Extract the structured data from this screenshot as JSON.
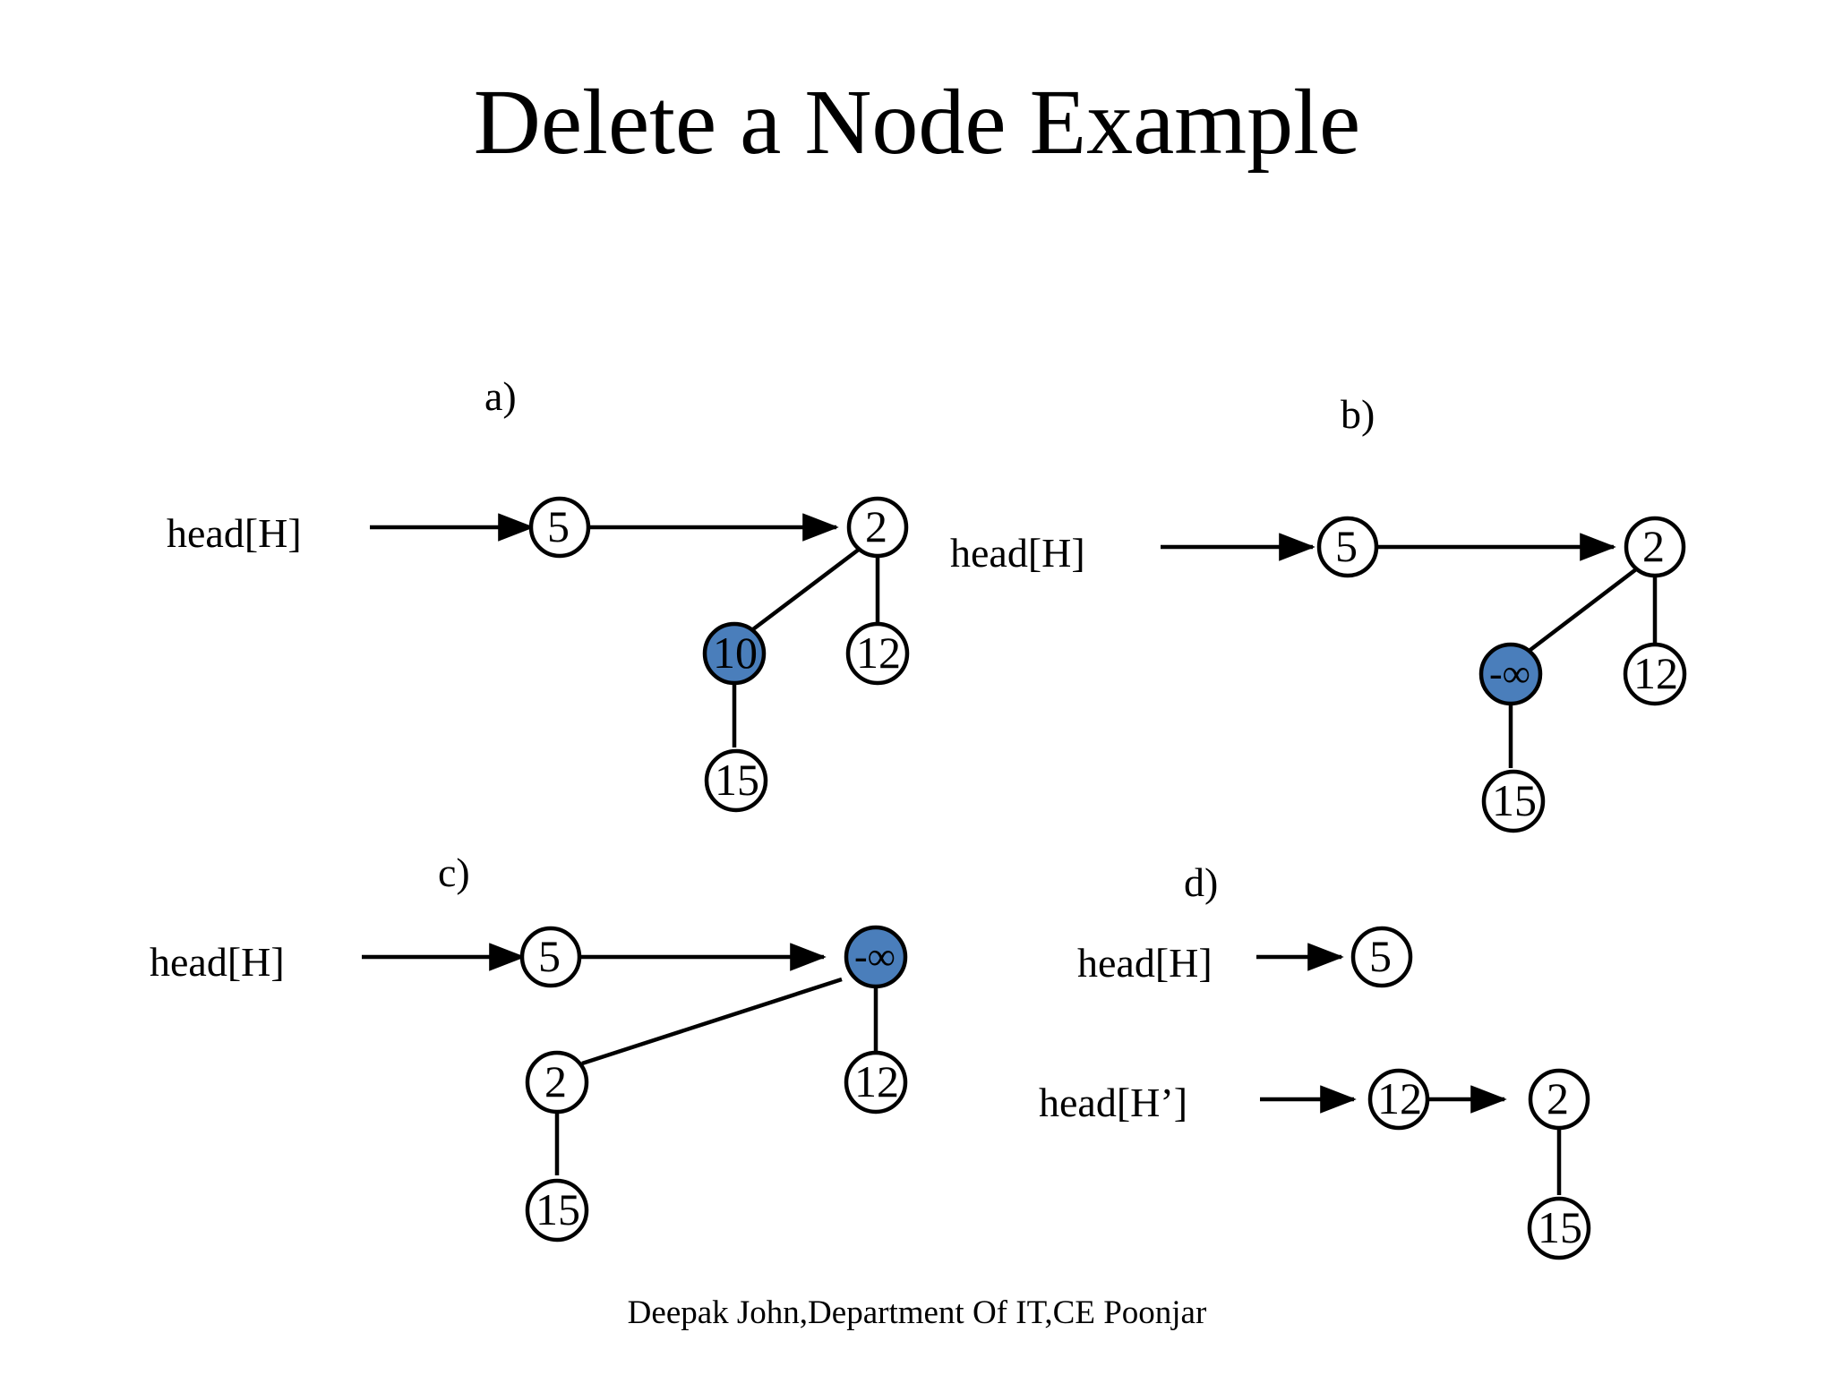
{
  "slide": {
    "title": "Delete a Node Example",
    "footer": "Deepak John,Department Of IT,CE Poonjar",
    "background_color": "#ffffff",
    "node_fill_default": "#ffffff",
    "node_fill_highlight": "#4a7ebb",
    "stroke_color": "#000000"
  },
  "panels": [
    {
      "id": "a",
      "label": "a)",
      "head_label": "head[H]",
      "nodes": [
        {
          "name": "node-5",
          "value": "5",
          "highlighted": false
        },
        {
          "name": "node-2",
          "value": "2",
          "highlighted": false
        },
        {
          "name": "node-10",
          "value": "10",
          "highlighted": true
        },
        {
          "name": "node-12",
          "value": "12",
          "highlighted": false
        },
        {
          "name": "node-15",
          "value": "15",
          "highlighted": false
        }
      ],
      "edges": [
        {
          "from": "head[H]",
          "to": "5",
          "arrow": true
        },
        {
          "from": "5",
          "to": "2",
          "arrow": true
        },
        {
          "from": "10",
          "to": "2",
          "arrow": false
        },
        {
          "from": "2",
          "to": "12",
          "arrow": false
        },
        {
          "from": "10",
          "to": "15",
          "arrow": false
        }
      ]
    },
    {
      "id": "b",
      "label": "b)",
      "head_label": "head[H]",
      "nodes": [
        {
          "name": "node-5",
          "value": "5",
          "highlighted": false
        },
        {
          "name": "node-2",
          "value": "2",
          "highlighted": false
        },
        {
          "name": "node-minf",
          "value": "-∞",
          "highlighted": true
        },
        {
          "name": "node-12",
          "value": "12",
          "highlighted": false
        },
        {
          "name": "node-15",
          "value": "15",
          "highlighted": false
        }
      ],
      "edges": [
        {
          "from": "head[H]",
          "to": "5",
          "arrow": true
        },
        {
          "from": "5",
          "to": "2",
          "arrow": true
        },
        {
          "from": "-∞",
          "to": "2",
          "arrow": false
        },
        {
          "from": "2",
          "to": "12",
          "arrow": false
        },
        {
          "from": "-∞",
          "to": "15",
          "arrow": false
        }
      ]
    },
    {
      "id": "c",
      "label": "c)",
      "head_label": "head[H]",
      "nodes": [
        {
          "name": "node-5",
          "value": "5",
          "highlighted": false
        },
        {
          "name": "node-minf",
          "value": "-∞",
          "highlighted": true
        },
        {
          "name": "node-2",
          "value": "2",
          "highlighted": false
        },
        {
          "name": "node-12",
          "value": "12",
          "highlighted": false
        },
        {
          "name": "node-15",
          "value": "15",
          "highlighted": false
        }
      ],
      "edges": [
        {
          "from": "head[H]",
          "to": "5",
          "arrow": true
        },
        {
          "from": "5",
          "to": "-∞",
          "arrow": true
        },
        {
          "from": "2",
          "to": "-∞",
          "arrow": false
        },
        {
          "from": "-∞",
          "to": "12",
          "arrow": false
        },
        {
          "from": "2",
          "to": "15",
          "arrow": false
        }
      ]
    },
    {
      "id": "d",
      "label": "d)",
      "head_label": "head[H]",
      "head_label_2": "head[H’]",
      "nodes": [
        {
          "name": "node-5",
          "value": "5",
          "highlighted": false
        },
        {
          "name": "node-12",
          "value": "12",
          "highlighted": false
        },
        {
          "name": "node-2",
          "value": "2",
          "highlighted": false
        },
        {
          "name": "node-15",
          "value": "15",
          "highlighted": false
        }
      ],
      "edges": [
        {
          "from": "head[H]",
          "to": "5",
          "arrow": true
        },
        {
          "from": "head[H’]",
          "to": "12",
          "arrow": true
        },
        {
          "from": "12",
          "to": "2",
          "arrow": true
        },
        {
          "from": "2",
          "to": "15",
          "arrow": false
        }
      ]
    }
  ]
}
